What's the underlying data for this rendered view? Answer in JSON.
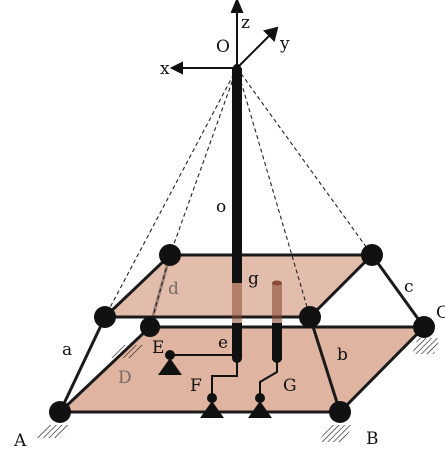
{
  "diagram": {
    "colors": {
      "plate": "#d9a78f",
      "plate_edge": "#1a1a1a",
      "rod": "#111111",
      "rod_transparent": "#8b4a35",
      "joint": "#111111",
      "dashed": "#222222"
    },
    "labels": {
      "origin": "O",
      "axis_x": "x",
      "axis_y": "y",
      "axis_z": "z",
      "rod_o": "o",
      "point_g": "g",
      "point_d": "d",
      "point_D": "D",
      "point_E": "E",
      "point_e": "e",
      "point_F": "F",
      "point_G": "G",
      "link_a": "a",
      "link_b": "b",
      "link_c": "c",
      "point_A": "A",
      "point_B": "B",
      "point_C": "C"
    },
    "icons": {
      "joint": "circle-joint-icon",
      "ground_support": "hatched-ground-icon",
      "pivot_support": "triangle-pivot-icon"
    }
  }
}
